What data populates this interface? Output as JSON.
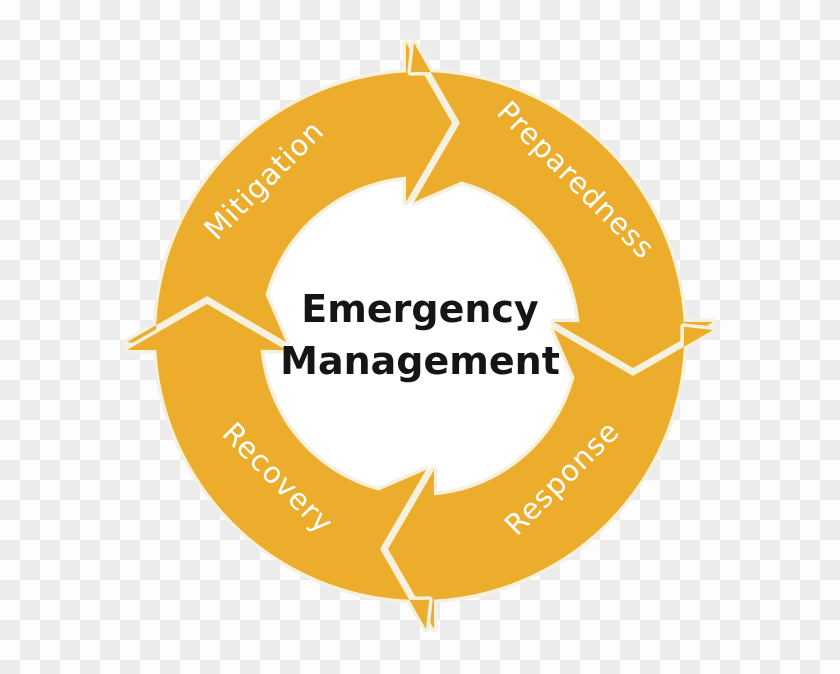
{
  "diagram": {
    "type": "cycle",
    "title": "Emergency Management",
    "flow_direction": "clockwise",
    "center": {
      "title_lines": [
        "Emergency",
        "Management"
      ]
    },
    "phases": [
      {
        "label": "Mitigation",
        "position": "top-left"
      },
      {
        "label": "Preparedness",
        "position": "top-right"
      },
      {
        "label": "Response",
        "position": "bottom-right"
      },
      {
        "label": "Recovery",
        "position": "bottom-left"
      }
    ],
    "colors": {
      "ring": "#EBAD2B",
      "gap_outline": "#F6F1DE",
      "label_text": "#FFFFFF",
      "center_text": "#151515",
      "inner_disc": "#FFFFFF",
      "checker_light": "#FDFDFD",
      "checker_gray": "#ECECEC"
    }
  }
}
